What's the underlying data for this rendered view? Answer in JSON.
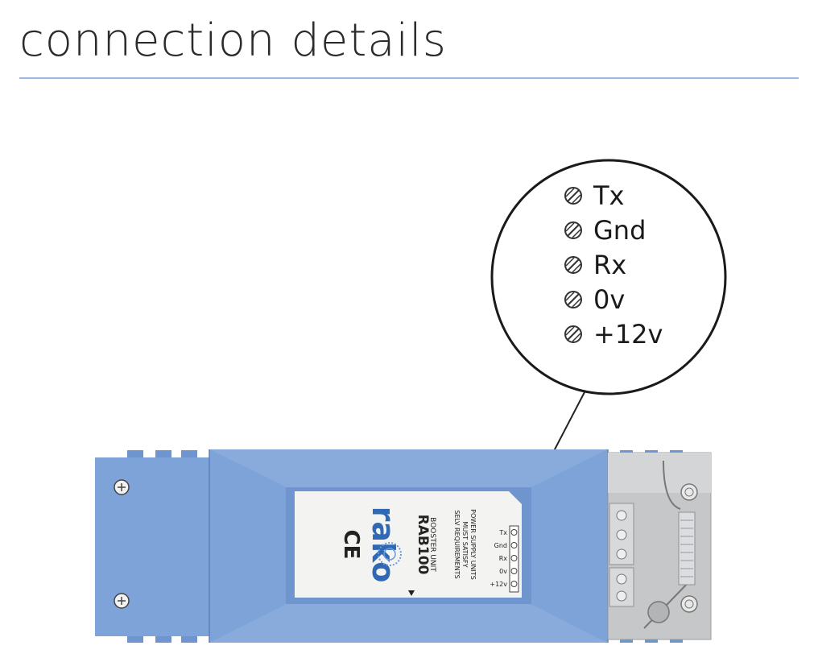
{
  "header": {
    "title": "connection details"
  },
  "callout": {
    "terminals": [
      "Tx",
      "Gnd",
      "Rx",
      "0v",
      "+12v"
    ]
  },
  "device": {
    "model": "RAB100",
    "unit_type": "BOOSTER UNIT",
    "brand": "rako",
    "ce_mark": "CE",
    "psu_notice": [
      "POWER SUPPLY UNITS",
      "MUST SATISFY",
      "SELV REQUIREMENTS"
    ],
    "terminal_labels": [
      "Tx",
      "Gnd",
      "Rx",
      "0v",
      "+12v"
    ],
    "colors": {
      "body": "#7ea3d8",
      "body_dark": "#5f86c2",
      "label": "#f3f3f1",
      "connector": "#c6c7c9"
    }
  }
}
